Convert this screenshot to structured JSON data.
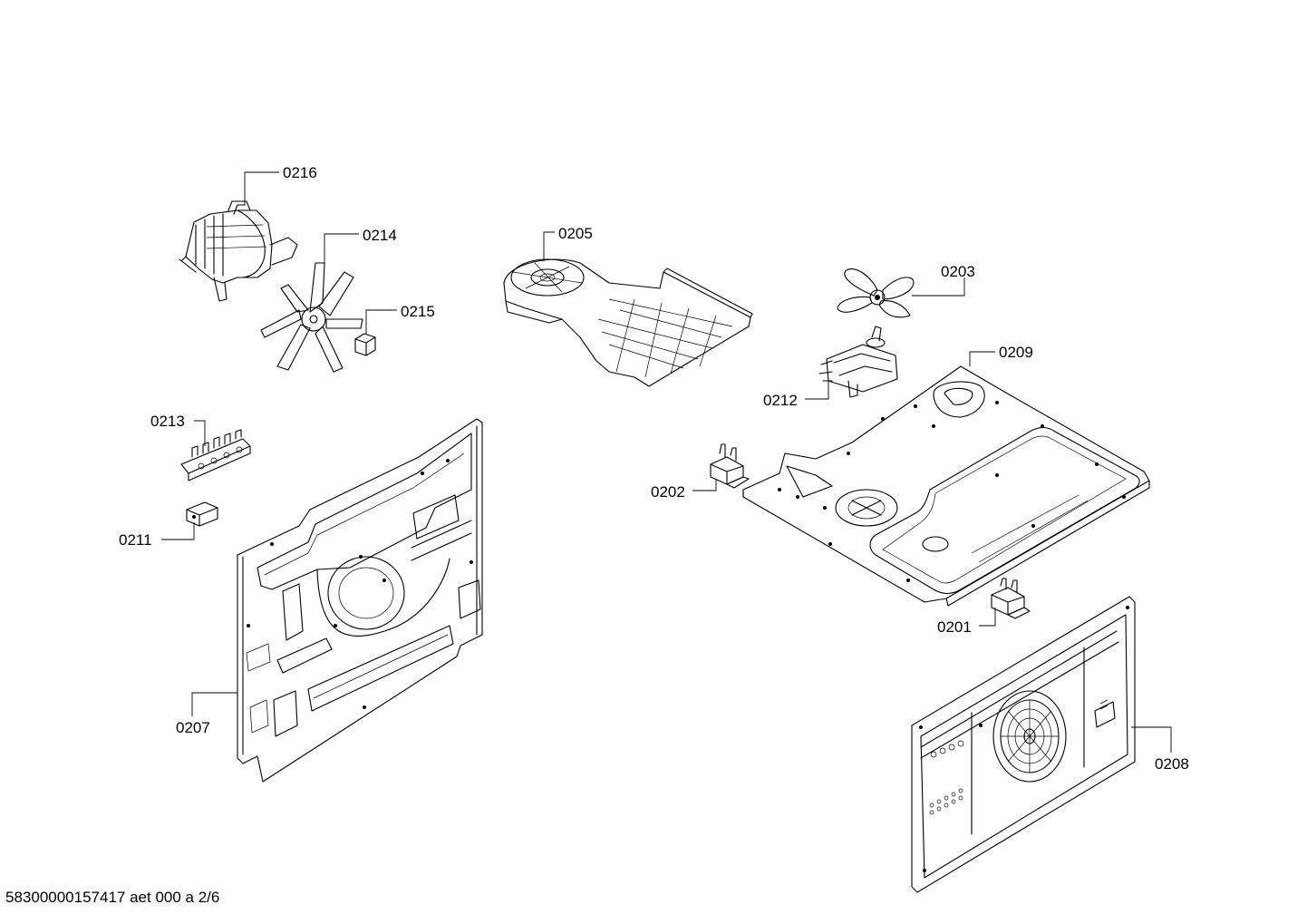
{
  "parts": {
    "p0216": "0216",
    "p0214": "0214",
    "p0215": "0215",
    "p0205": "0205",
    "p0203": "0203",
    "p0209": "0209",
    "p0212": "0212",
    "p0213": "0213",
    "p0211": "0211",
    "p0202": "0202",
    "p0201": "0201",
    "p0207": "0207",
    "p0208": "0208"
  },
  "footer": {
    "document_id": "58300000157417 aet 000 a 2/6"
  }
}
